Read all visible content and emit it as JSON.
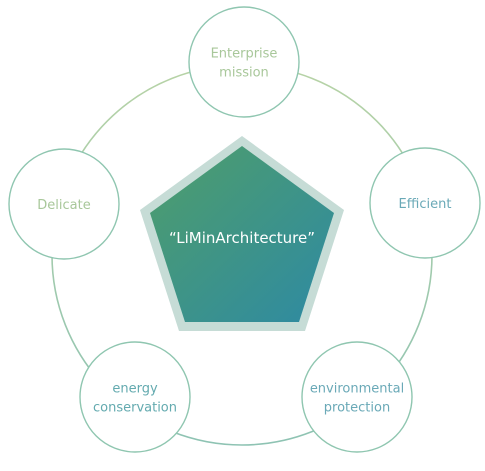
{
  "center": {
    "label": "“LiMinArchitecture”"
  },
  "nodes": [
    {
      "id": "enterprise-mission",
      "lines": [
        "Enterprise",
        "mission"
      ],
      "color": "#a8c79a"
    },
    {
      "id": "efficient",
      "lines": [
        "Efficient"
      ],
      "color": "#6aa9b7"
    },
    {
      "id": "environmental-protection",
      "lines": [
        "environmental",
        "protection"
      ],
      "color": "#6aa9b7"
    },
    {
      "id": "energy-conservation",
      "lines": [
        "energy",
        "conservation"
      ],
      "color": "#63aaaf"
    },
    {
      "id": "delicate",
      "lines": [
        "Delicate"
      ],
      "color": "#a8c79a"
    }
  ],
  "colors": {
    "ring_top": "#b7d3a6",
    "ring_bottom": "#8ec3b3",
    "node_stroke": "#8fc6b0",
    "pentagon_outer": "#c6dcd6",
    "pentagon_grad_start": "#4f9e6a",
    "pentagon_grad_end": "#2e8aa3"
  }
}
